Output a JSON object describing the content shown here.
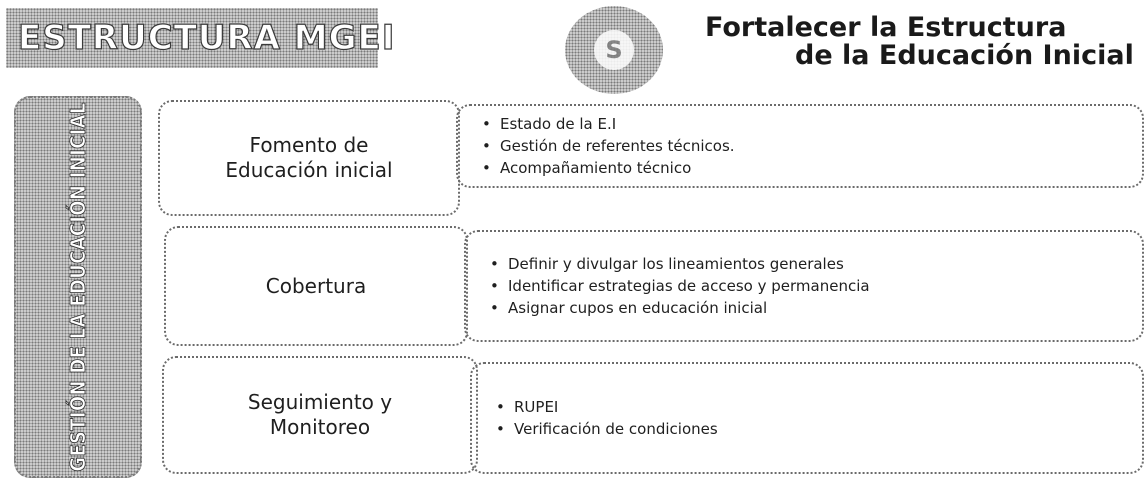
{
  "banner": {
    "title": "ESTRUCTURA MGEI"
  },
  "badge": {
    "letter": "S"
  },
  "header": {
    "line1": "Fortalecer la Estructura",
    "line2": "de la Educación Inicial"
  },
  "sidebar": {
    "label": "GESTIÓN DE LA EDUCACIÓN INICIAL"
  },
  "rows": [
    {
      "label_line1": "Fomento de",
      "label_line2": "Educación inicial",
      "items": [
        "Estado de la E.I",
        "Gestión de referentes técnicos.",
        "Acompañamiento técnico"
      ]
    },
    {
      "label_line1": "Cobertura",
      "label_line2": "",
      "items": [
        "Definir y divulgar los lineamientos generales",
        "Identificar estrategias de acceso y permanencia",
        "Asignar cupos en educación inicial"
      ]
    },
    {
      "label_line1": "Seguimiento y",
      "label_line2": "Monitoreo",
      "items": [
        "RUPEI",
        "Verificación de condiciones"
      ]
    }
  ],
  "colors": {
    "dots": "#6b6b6b",
    "halftone": "#cfcfcf",
    "text": "#1a1a1a"
  }
}
